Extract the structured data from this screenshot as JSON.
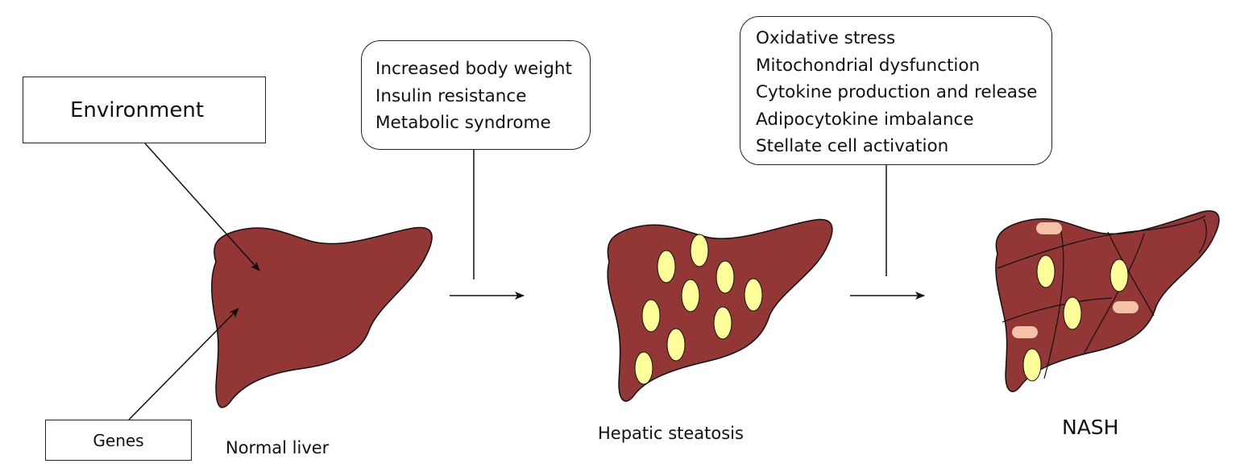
{
  "labels": {
    "environment": "Environment",
    "genes": "Genes",
    "normal_liver": "Normal liver",
    "hepatic_steatosis": "Hepatic steatosis",
    "nash": "NASH"
  },
  "factors_stage1": [
    "Increased body weight",
    "Insulin resistance",
    "Metabolic syndrome"
  ],
  "factors_stage2": [
    "Oxidative stress",
    "Mitochondrial dysfunction",
    "Cytokine production and release",
    "Adipocytokine imbalance",
    "Stellate cell activation"
  ],
  "colors": {
    "liver": "#923636",
    "fat_droplet": "#ffff99",
    "inflammatory_focus": "#f4c2a6",
    "outline": "#111111"
  }
}
